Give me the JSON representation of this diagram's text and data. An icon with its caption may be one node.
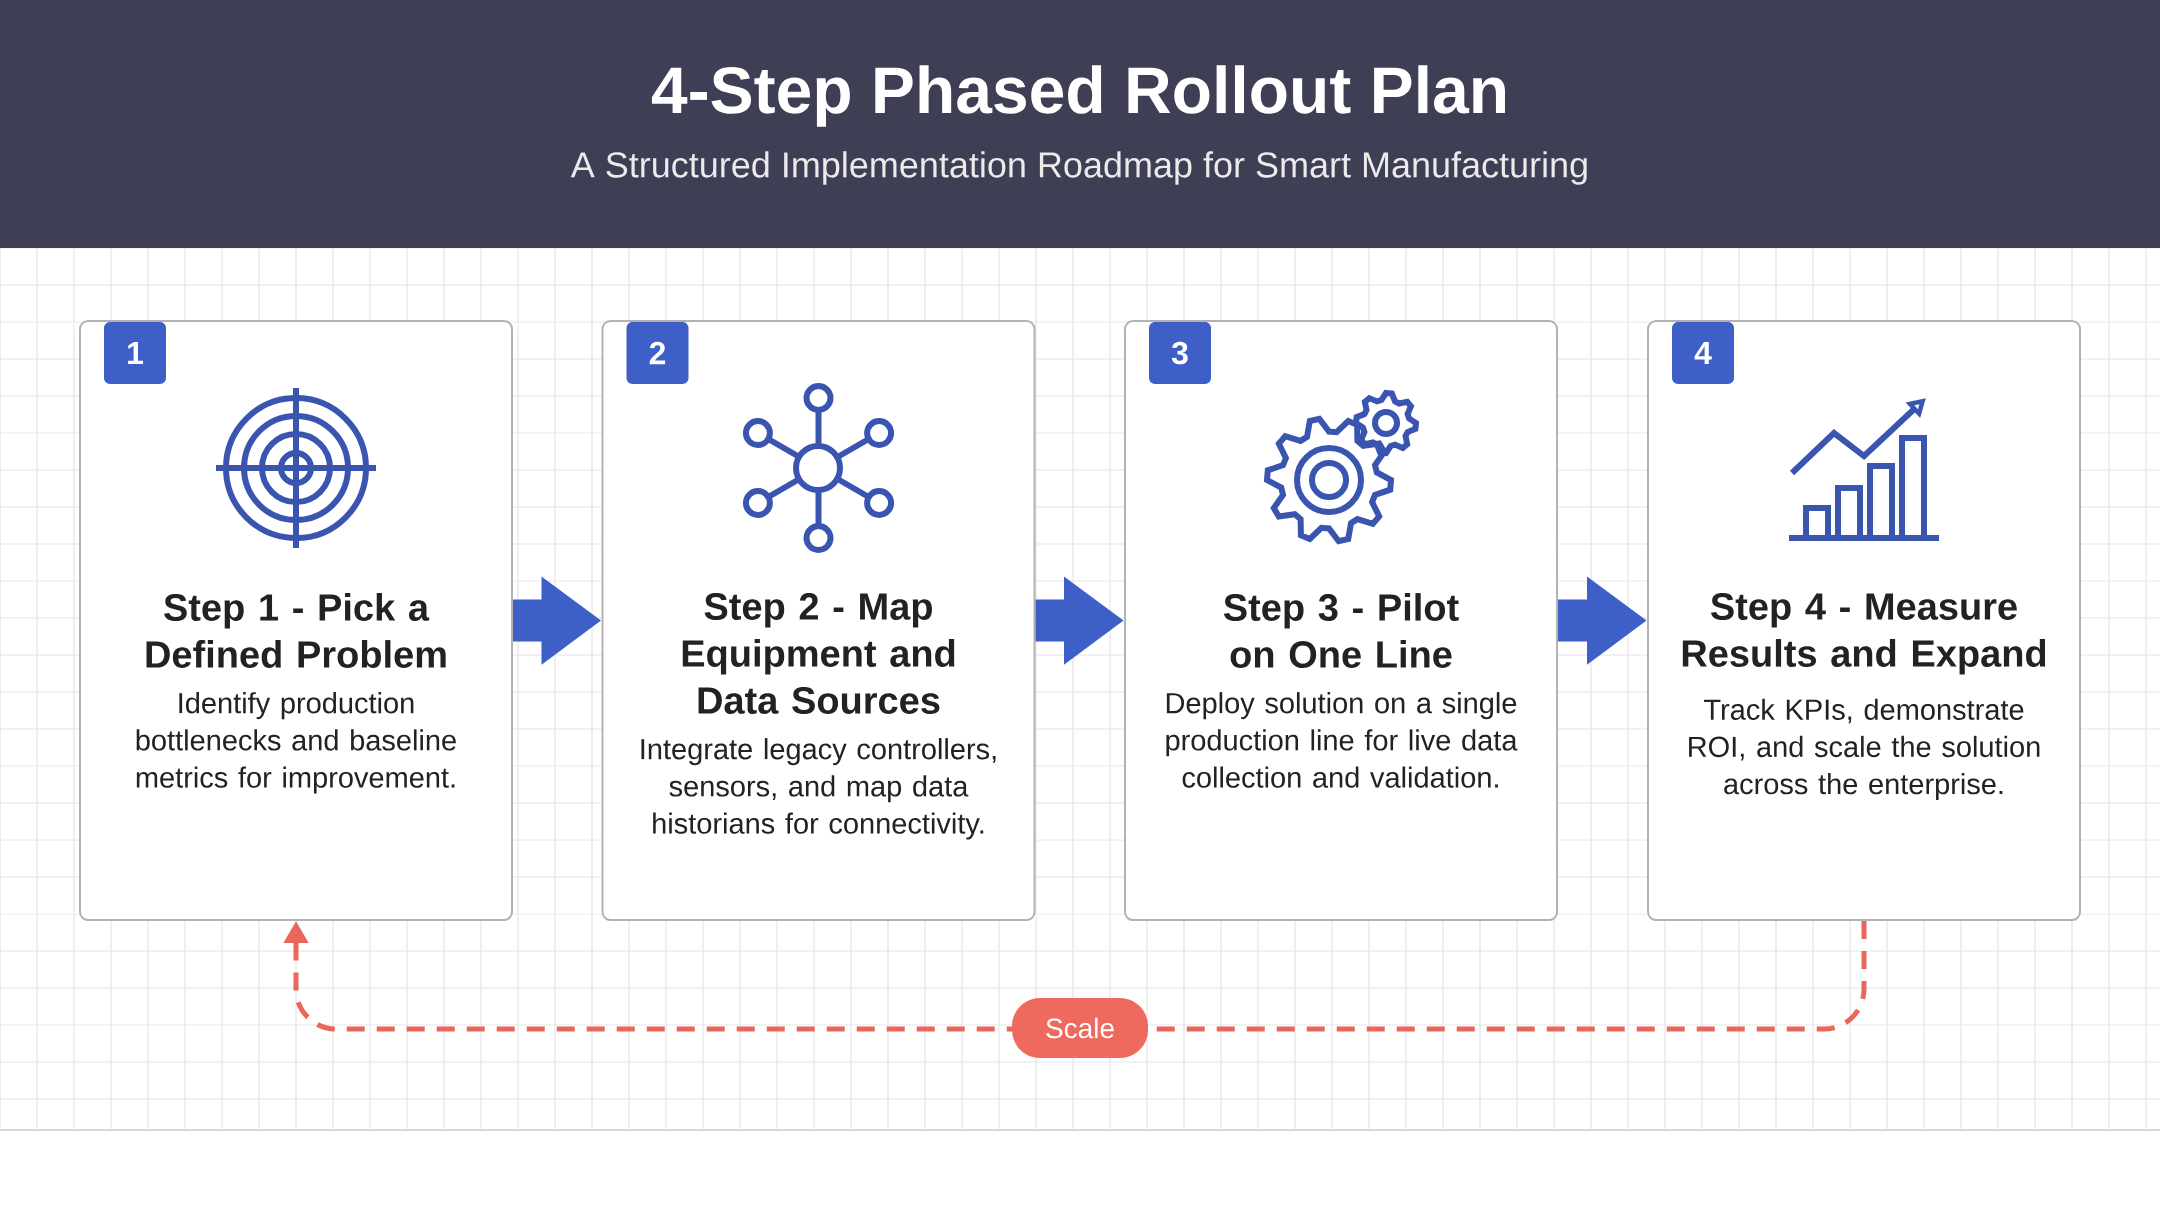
{
  "diagram": {
    "title": "4-Step Phased Rollout Plan",
    "nodes": [
      {
        "text": [
          "1",
          "Step 1 - Pick a Defined Problem",
          "Identify production bottlenecks and baseline metrics for improvement."
        ]
      },
      {
        "text": [
          "2",
          "Step 2 - Map Equipment and Data Sources",
          "Integrate legacy controllers, sensors, and map data historians for connectivity."
        ]
      },
      {
        "text": [
          "3",
          "Step 3 - Pilot on One Line",
          "Deploy solution on a single production line for live data collection and validation."
        ]
      },
      {
        "text": [
          "4",
          "Step 4 - Measure Results and Expand",
          "Track KPIs, demonstrate ROI, and scale the solution across the enterprise."
        ]
      }
    ],
    "edges": [
      {
        "from": 0,
        "to": 1,
        "arrow": "to"
      },
      {
        "from": 1,
        "to": 2,
        "arrow": "to"
      },
      {
        "from": 2,
        "to": 3,
        "arrow": "to"
      },
      {
        "from": 3,
        "to": 0,
        "arrow": "to",
        "style": "dashed",
        "color": "#e8675a",
        "label": "Scale"
      }
    ],
    "labels": [
      "A Structured Implementation Roadmap for Smart Manufacturing"
    ]
  }
}
